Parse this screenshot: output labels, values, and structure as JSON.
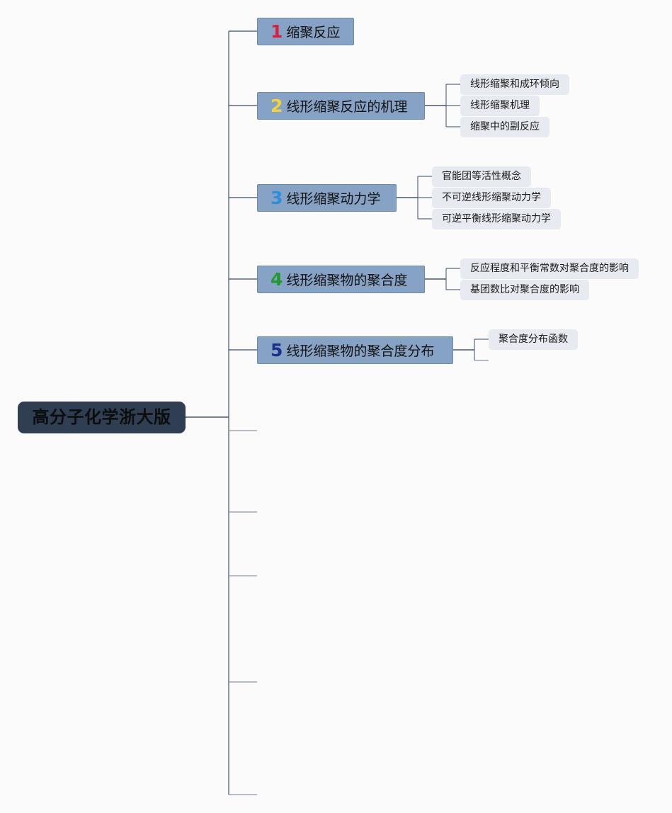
{
  "root": {
    "label": "高分子化学浙大版"
  },
  "topics": [
    {
      "num": "1",
      "num_color": "#d8203c",
      "label": "缩聚反应",
      "subtopics": []
    },
    {
      "num": "2",
      "num_color": "#f2d23e",
      "label": "线形缩聚反应的机理",
      "subtopics": [
        "线形缩聚和成环倾向",
        "线形缩聚机理",
        "缩聚中的副反应"
      ]
    },
    {
      "num": "3",
      "num_color": "#2d8fd8",
      "label": "线形缩聚动力学",
      "subtopics": [
        "官能团等活性概念",
        "不可逆线形缩聚动力学",
        "可逆平衡线形缩聚动力学"
      ]
    },
    {
      "num": "4",
      "num_color": "#1f9a2e",
      "label": "线形缩聚物的聚合度",
      "subtopics": [
        "反应程度和平衡常数对聚合度的影响",
        "基团数比对聚合度的影响"
      ]
    },
    {
      "num": "5",
      "num_color": "#1e2f8a",
      "label": "线形缩聚物的聚合度分布",
      "subtopics": [
        "聚合度分布函数"
      ]
    }
  ],
  "colors": {
    "root_bg": "#2f3e52",
    "topic_bg": "#86a2c4",
    "subtopic_bg": "#e7eaf0",
    "connector": "#5a6a80"
  }
}
